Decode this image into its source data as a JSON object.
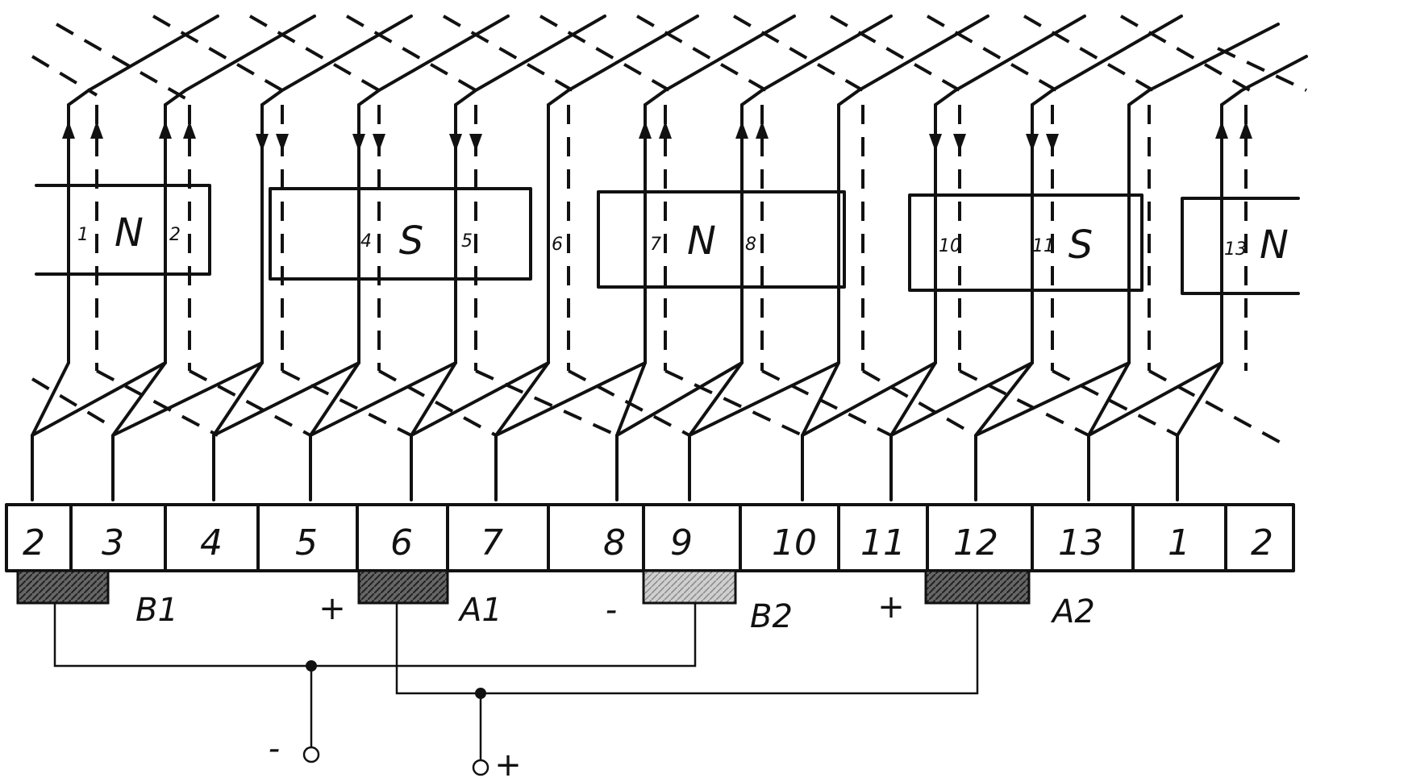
{
  "conductors": [
    {
      "label": "1",
      "polarity": "N"
    },
    {
      "label": "2",
      "polarity": "N"
    },
    {
      "label": "4",
      "polarity": "S"
    },
    {
      "label": "5",
      "polarity": "S"
    },
    {
      "label": "6",
      "polarity": ""
    },
    {
      "label": "7",
      "polarity": "N"
    },
    {
      "label": "8",
      "polarity": "N"
    },
    {
      "label": "10",
      "polarity": "S"
    },
    {
      "label": "11",
      "polarity": "S"
    },
    {
      "label": "13",
      "polarity": "N"
    }
  ],
  "poles": [
    "N",
    "S",
    "N",
    "S",
    "N"
  ],
  "commutator": [
    "2",
    "3",
    "4",
    "5",
    "6",
    "7",
    "8",
    "9",
    "10",
    "11",
    "12",
    "13",
    "1",
    "2"
  ],
  "brushes": [
    {
      "label": "B1",
      "sign": "",
      "shade": "dark"
    },
    {
      "label": "A1",
      "sign": "+",
      "shade": "dark"
    },
    {
      "label": "B2",
      "sign": "-",
      "shade": "light"
    },
    {
      "label": "A2",
      "sign": "+",
      "shade": "dark"
    }
  ],
  "terminals": {
    "negative": "-",
    "positive": "+"
  },
  "colors": {
    "ink": "#111111",
    "paper": "#ffffff",
    "brush_dark": "#555555",
    "brush_light": "#bdbdbd"
  }
}
